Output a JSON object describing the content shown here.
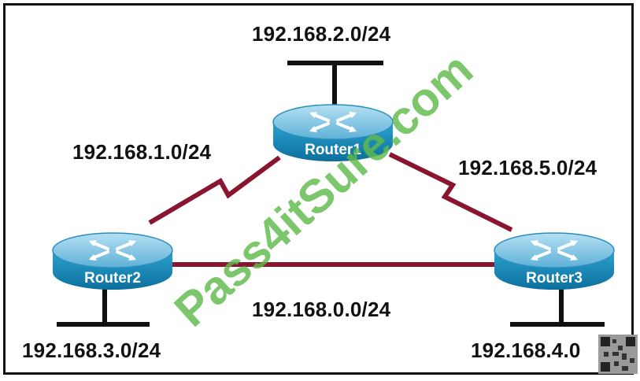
{
  "routers": [
    {
      "id": "r1",
      "label": "Router1"
    },
    {
      "id": "r2",
      "label": "Router2"
    },
    {
      "id": "r3",
      "label": "Router3"
    }
  ],
  "networks": {
    "top_lan": "192.168.2.0/24",
    "r1_r2_serial": "192.168.1.0/24",
    "r1_r3_serial": "192.168.5.0/24",
    "r2_r3_link": "192.168.0.0/24",
    "r2_lan": "192.168.3.0/24",
    "r3_lan": "192.168.4.0"
  },
  "watermark": "Pass4itSure.com",
  "colors": {
    "link": "#8a1530",
    "router_body": "#1f8fbf",
    "router_top": "#7cc4e4",
    "lan_bar": "#111111",
    "watermark": "#5fb94a"
  }
}
